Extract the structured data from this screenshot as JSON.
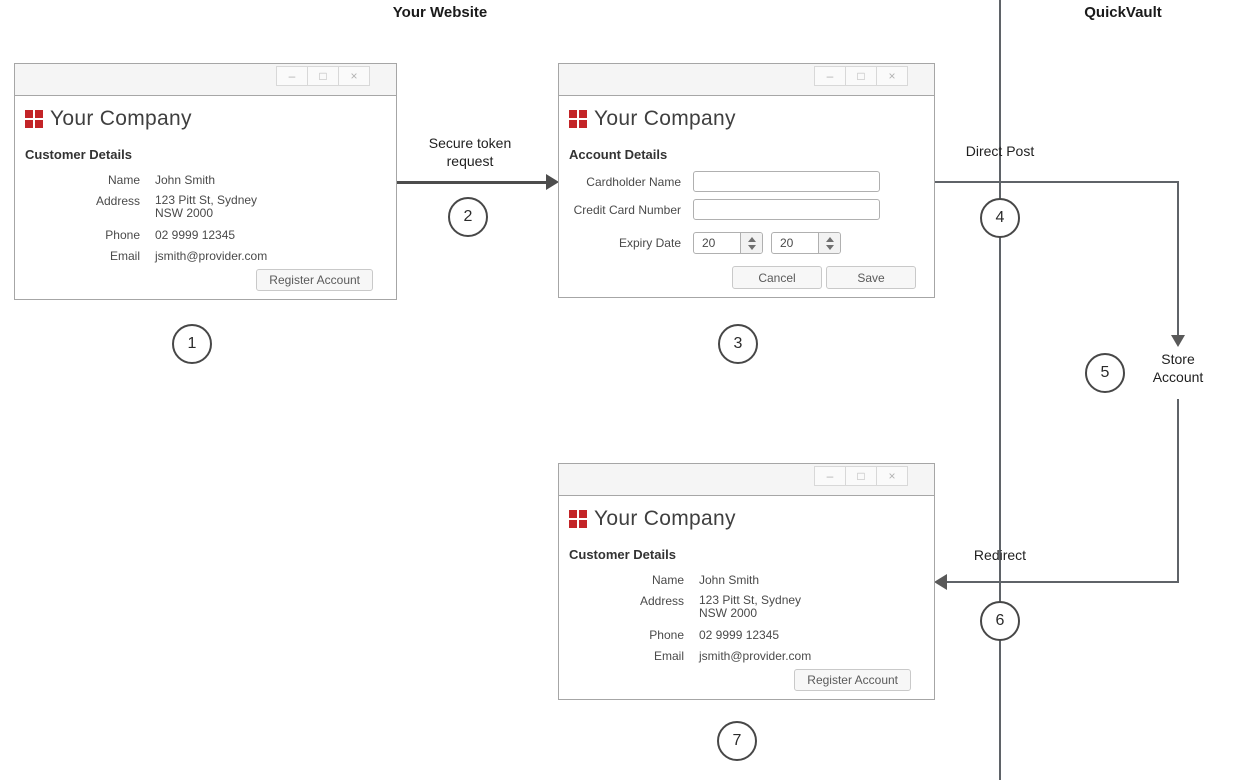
{
  "page": {
    "left_lane_title": "Your Website",
    "right_lane_title": "QuickVault"
  },
  "window_controls": {
    "minimize": "–",
    "maximize": "□",
    "close": "×"
  },
  "customer_window": {
    "title": "Your Company",
    "section_heading": "Customer Details",
    "fields": [
      {
        "label": "Name",
        "value": "John Smith"
      },
      {
        "label": "Address",
        "value": "123 Pitt St, Sydney",
        "value2": "NSW 2000"
      },
      {
        "label": "Phone",
        "value": "02 9999 12345"
      },
      {
        "label": "Email",
        "value": "jsmith@provider.com"
      }
    ],
    "register_button": "Register Account"
  },
  "account_window": {
    "title": "Your Company",
    "section_heading": "Account Details",
    "cardholder_label": "Cardholder Name",
    "cardholder_value": "",
    "card_number_label": "Credit Card Number",
    "card_number_value": "",
    "expiry_label": "Expiry Date",
    "expiry_month": "20",
    "expiry_year": "20",
    "cancel_button": "Cancel",
    "save_button": "Save"
  },
  "flow": {
    "step1": "1",
    "step2": "2",
    "step2_label": "Secure token request",
    "step3": "3",
    "step4": "4",
    "step4_label": "Direct Post",
    "step5": "5",
    "step5_label": "Store Account",
    "step6": "6",
    "step6_label": "Redirect",
    "step7": "7"
  },
  "colors": {
    "logo_red": "#c32427",
    "flow_line": "#5f6368",
    "arrow_dark": "#4d4d4d",
    "window_border": "#a6a6a6"
  }
}
